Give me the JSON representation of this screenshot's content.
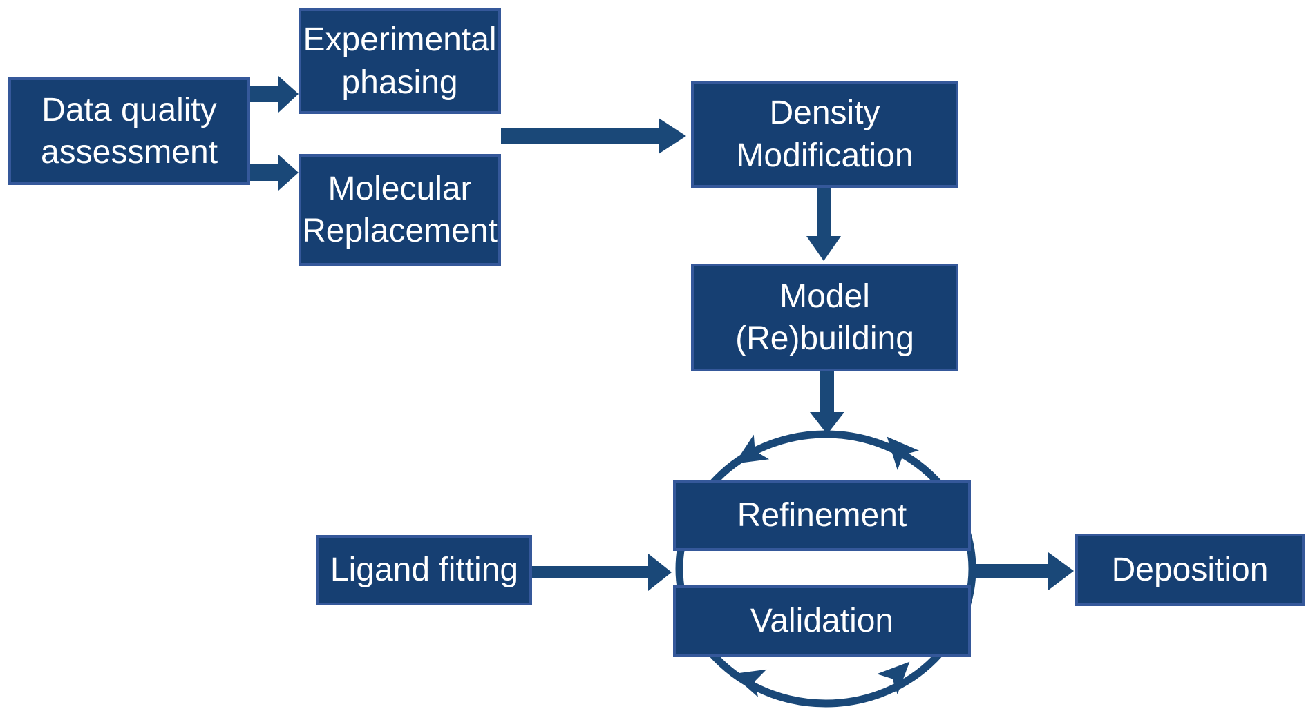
{
  "diagram": {
    "nodes": {
      "data_quality": {
        "label": "Data quality\nassessment"
      },
      "experimental_phasing": {
        "label": "Experimental\nphasing"
      },
      "molecular_replacement": {
        "label": "Molecular\nReplacement"
      },
      "density_modification": {
        "label": "Density\nModification"
      },
      "model_rebuilding": {
        "label": "Model\n(Re)building"
      },
      "refinement": {
        "label": "Refinement"
      },
      "validation": {
        "label": "Validation"
      },
      "ligand_fitting": {
        "label": "Ligand fitting"
      },
      "deposition": {
        "label": "Deposition"
      }
    },
    "edges": [
      {
        "from": "data_quality",
        "to": "experimental_phasing"
      },
      {
        "from": "data_quality",
        "to": "molecular_replacement"
      },
      {
        "from": "experimental_phasing / molecular_replacement",
        "to": "density_modification"
      },
      {
        "from": "density_modification",
        "to": "model_rebuilding"
      },
      {
        "from": "model_rebuilding",
        "to": "refinement_validation_cycle"
      },
      {
        "from": "ligand_fitting",
        "to": "refinement_validation_cycle"
      },
      {
        "from": "refinement_validation_cycle",
        "to": "deposition"
      }
    ],
    "cycle": {
      "members": [
        "refinement",
        "validation"
      ],
      "style": "circular arrows looping between Refinement and Validation"
    },
    "colors": {
      "node_fill": "#163F72",
      "node_border": "#35589A",
      "arrow": "#1A4878",
      "text": "#FFFFFF",
      "background": "#FFFFFF"
    }
  }
}
